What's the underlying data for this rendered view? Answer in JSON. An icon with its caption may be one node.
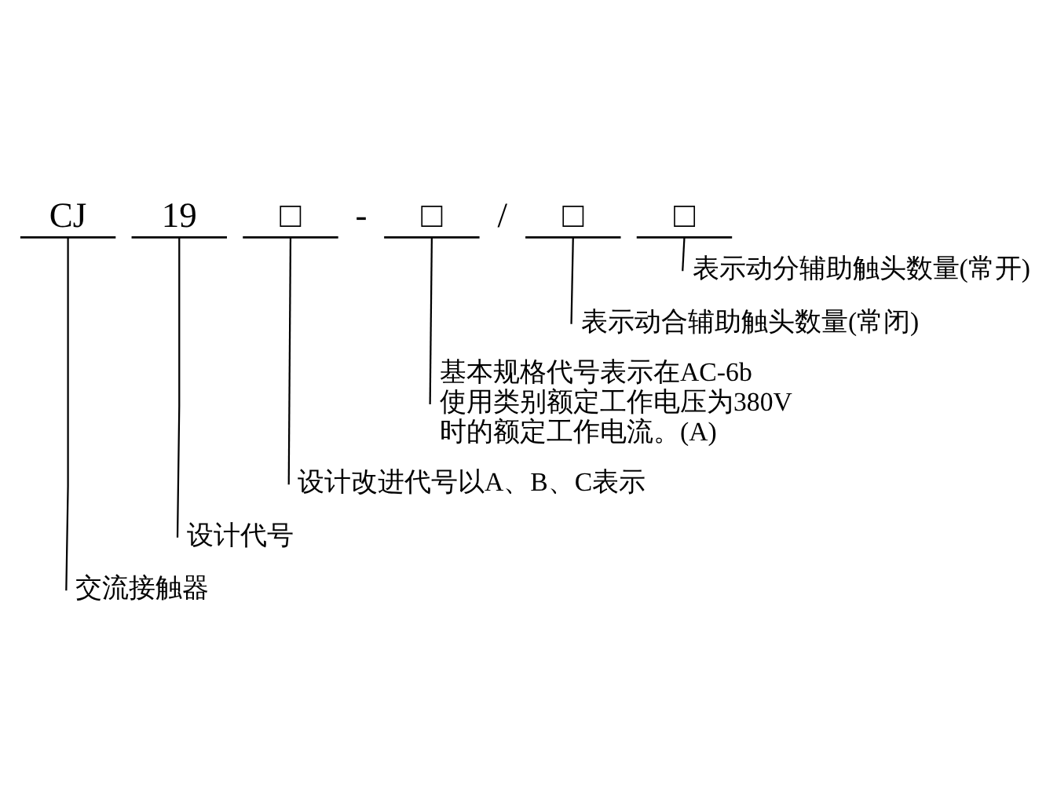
{
  "diagram": {
    "nodes": [
      {
        "text": [
          "CJ"
        ]
      },
      {
        "text": [
          "19"
        ]
      },
      {
        "text": [
          "□"
        ]
      },
      {
        "text": [
          "□"
        ]
      },
      {
        "text": [
          "□"
        ]
      },
      {
        "text": [
          "□"
        ]
      },
      {
        "text": [
          "表示动分辅助触头数量(常开)"
        ]
      },
      {
        "text": [
          "表示动合辅助触头数量(常闭)"
        ]
      },
      {
        "text": [
          "基本规格代号表示在AC-6b使用类别额定工作电压为380V时的额定工作电流。(A)"
        ]
      },
      {
        "text": [
          "设计改进代号以A、B、C表示"
        ]
      },
      {
        "text": [
          "设计代号"
        ]
      },
      {
        "text": [
          "交流接触器"
        ]
      }
    ],
    "edges": [
      {
        "from": 5,
        "to": 6,
        "arrow": "none"
      },
      {
        "from": 4,
        "to": 7,
        "arrow": "none"
      },
      {
        "from": 3,
        "to": 8,
        "arrow": "none"
      },
      {
        "from": 2,
        "to": 9,
        "arrow": "none"
      },
      {
        "from": 1,
        "to": 10,
        "arrow": "none"
      },
      {
        "from": 0,
        "to": 11,
        "arrow": "none"
      }
    ],
    "labels": [
      "-",
      "/"
    ]
  }
}
